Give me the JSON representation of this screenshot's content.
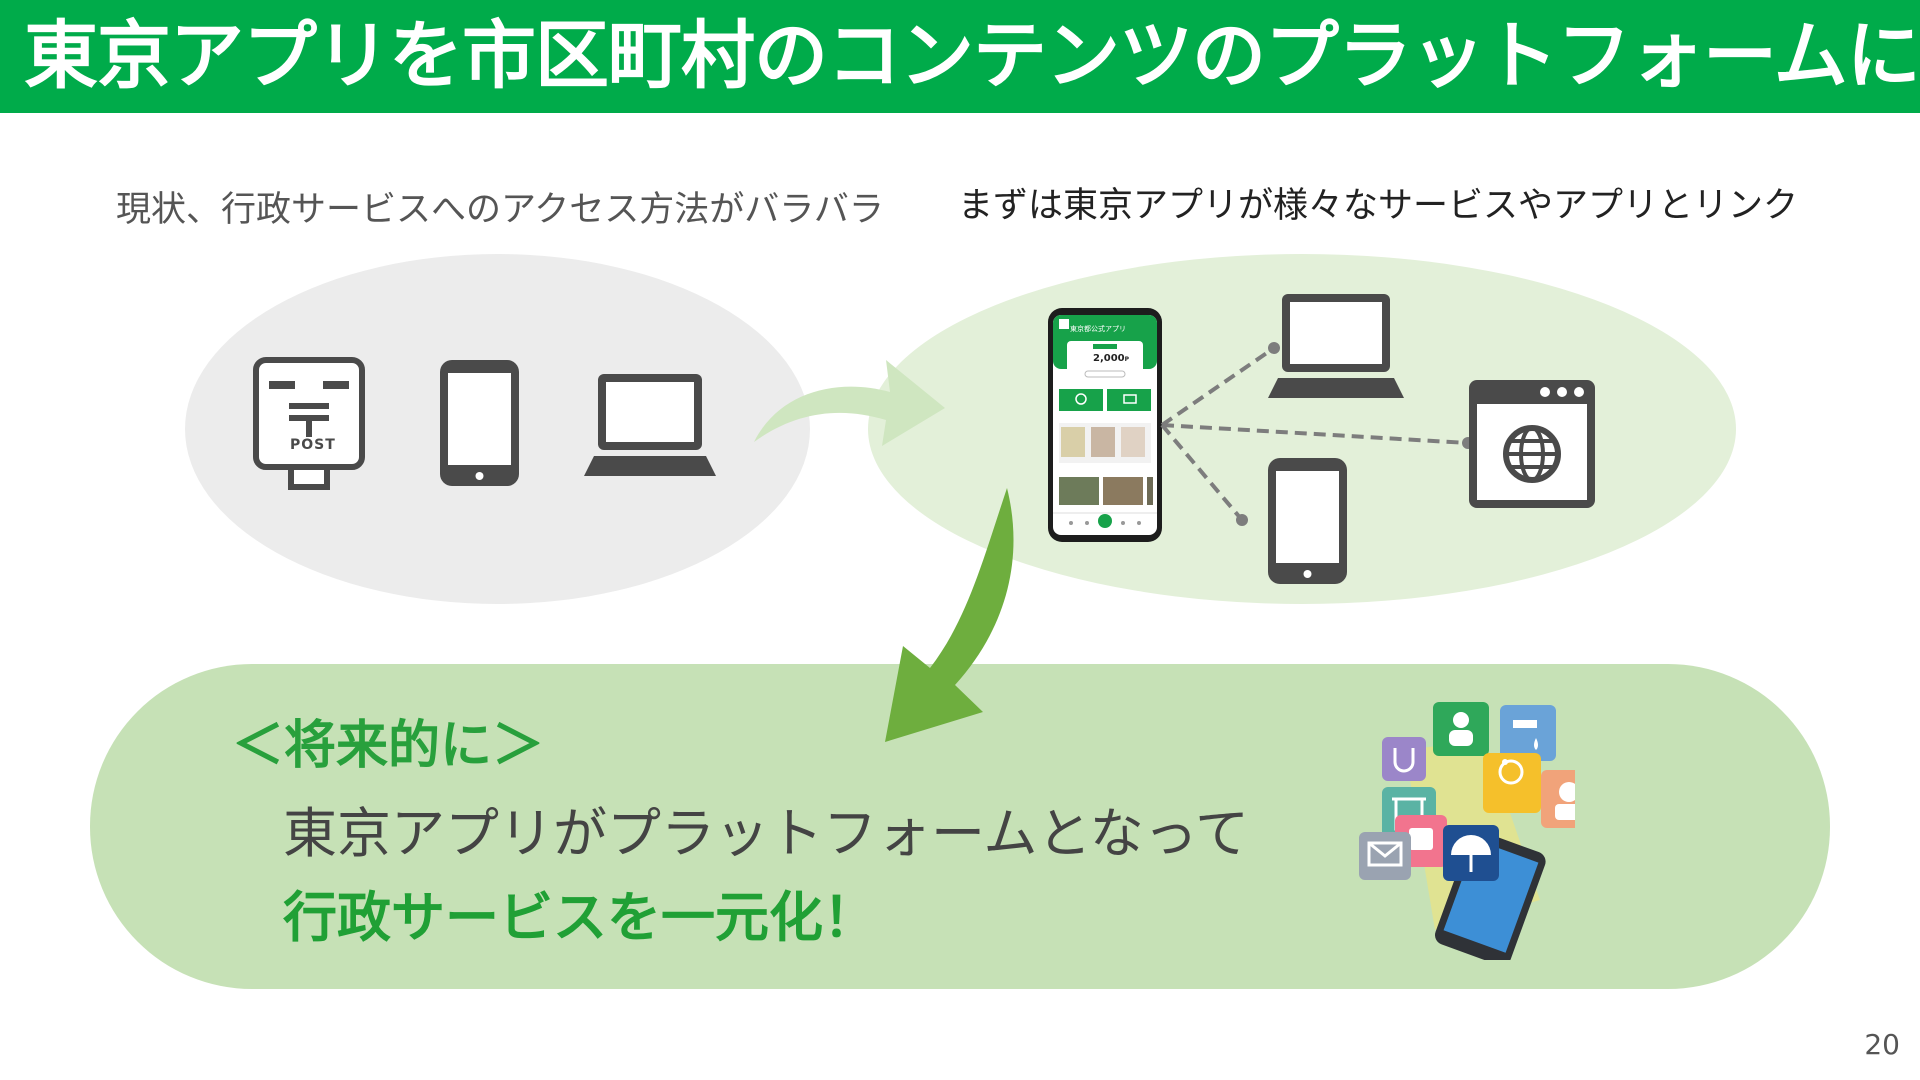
{
  "title": "東京アプリを市区町村のコンテンツのプラットフォームに",
  "captions": {
    "left": "現状、行政サービスへのアクセス方法がバラバラ",
    "right": "まずは東京アプリが様々なサービスやアプリとリンク"
  },
  "post_box_label": "POST",
  "app_screen": {
    "app_name": "東京都公式アプリ",
    "points": "2,000",
    "points_unit": "P"
  },
  "future": {
    "heading": "＜将来的に＞",
    "line1": "東京アプリがプラットフォームとなって",
    "line2": "行政サービスを一元化！"
  },
  "page_number": "20",
  "colors": {
    "header": "#00ab4a",
    "accent_green": "#28a03c",
    "arrow_green": "#6eae3e",
    "icon_gray": "#4a4a4a"
  }
}
